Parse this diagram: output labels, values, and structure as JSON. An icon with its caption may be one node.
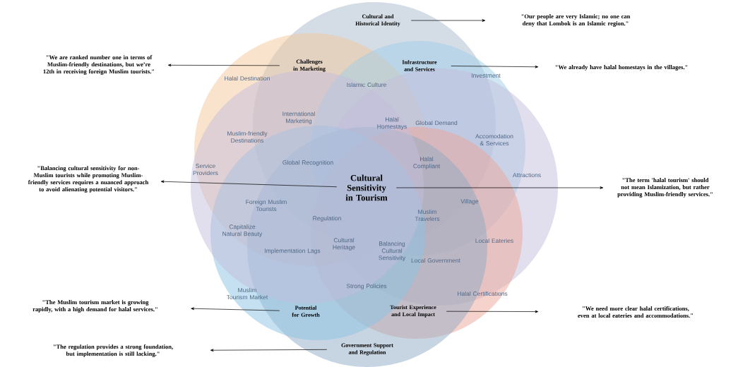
{
  "diagram": {
    "nodes": [
      {
        "text": [
          "Cultural and Historical Identity"
        ]
      },
      {
        "text": [
          "\"Our people are very Islamic; no one can deny that Lombok is an Islamic region.\""
        ]
      },
      {
        "text": [
          "\"We are ranked number one in terms of Muslim-friendly destinations, but we’re 12th in receiving foreign Muslim tourists.\""
        ]
      },
      {
        "text": [
          "Challenges in Marketing"
        ]
      },
      {
        "text": [
          "Infrastructure and Services"
        ]
      },
      {
        "text": [
          "\"We already have halal homestays in the villages.\""
        ]
      },
      {
        "text": [
          "\"Balancing cultural sensitivity for non-Muslim tourists while promoting Muslim-friendly services requires a nuanced approach to avoid alienating potential visitors.\""
        ]
      },
      {
        "text": [
          "Cultural Sensitivity in Tourism"
        ]
      },
      {
        "text": [
          "\"The term 'halal tourism' should not mean Islamization, but rather providing Muslim-friendly services.\""
        ]
      },
      {
        "text": [
          "\"The Muslim tourism market is growing rapidly, with a high demand for halal services.\""
        ]
      },
      {
        "text": [
          "Potential for Growth"
        ]
      },
      {
        "text": [
          "Tourist Experience and Local Impact"
        ]
      },
      {
        "text": [
          "\"We need more clear halal certifications, even at local eateries and accommodations.\""
        ]
      },
      {
        "text": [
          "\"The regulation provides a strong foundation, but implementation is still lacking.\""
        ]
      },
      {
        "text": [
          "Government Support and Regulation"
        ]
      }
    ],
    "edges": [
      {
        "from": 0,
        "to": 1,
        "arrow": "to"
      },
      {
        "from": 3,
        "to": 2,
        "arrow": "to"
      },
      {
        "from": 4,
        "to": 5,
        "arrow": "to"
      },
      {
        "from": 7,
        "to": 6,
        "arrow": "to"
      },
      {
        "from": 7,
        "to": 8,
        "arrow": "to"
      },
      {
        "from": 10,
        "to": 9,
        "arrow": "to"
      },
      {
        "from": 11,
        "to": 12,
        "arrow": "to"
      },
      {
        "from": 14,
        "to": 13,
        "arrow": "to"
      }
    ],
    "labels": [
      "Halal Destination",
      "Islamic Culture",
      "Investment",
      "International Marketing",
      "Halal Homestays",
      "Global Demand",
      "Muslim-friendly Destinations",
      "Accomodation & Services",
      "Service Providers",
      "Global Recognition",
      "Halal Compliant",
      "Attractions",
      "Foreign Muslim Tourists",
      "Village",
      "Muslim Travelers",
      "Regulation",
      "Capitalize Natural Beauty",
      "Cultural Heritage",
      "Balancing Cultural Sensitivity",
      "Local Government",
      "Local Eateries",
      "Implementation Lags",
      "Muslim Tourism Market",
      "Strong Policies",
      "Halal Certifications"
    ]
  }
}
